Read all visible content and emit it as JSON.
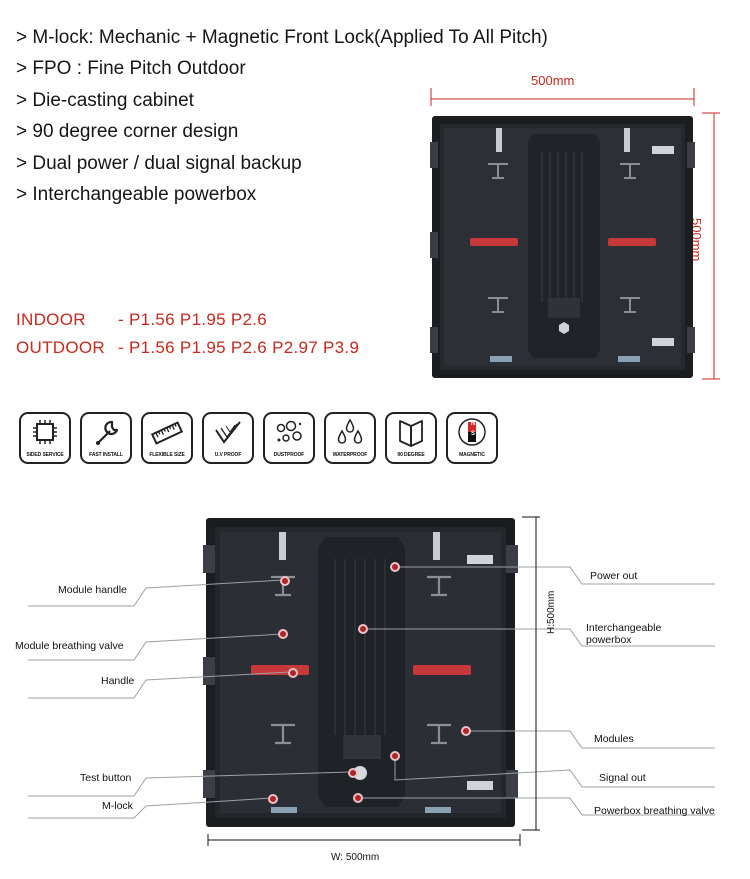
{
  "features": [
    "> M-lock: Mechanic + Magnetic Front Lock(Applied To All Pitch)",
    "> FPO : Fine Pitch Outdoor",
    "> Die-casting cabinet",
    "> 90 degree corner design",
    "> Dual power / dual signal  backup",
    "> Interchangeable powerbox"
  ],
  "pitch": {
    "indoor_label": "INDOOR",
    "indoor_values": "- P1.56   P1.95   P2.6",
    "outdoor_label": "OUTDOOR",
    "outdoor_values": "- P1.56   P1.95   P2.6   P2.97   P3.9"
  },
  "top_dims": {
    "width": "500mm",
    "height": "500mm"
  },
  "icons": [
    {
      "name": "sided-service-icon",
      "label": "SIDED SERVICE"
    },
    {
      "name": "fast-install-icon",
      "label": "FAST INSTALL"
    },
    {
      "name": "flexible-size-icon",
      "label": "FLEXIBLE SIZE"
    },
    {
      "name": "uv-proof-icon",
      "label": "U.V PROOF"
    },
    {
      "name": "dustproof-icon",
      "label": "DUSTPROOF"
    },
    {
      "name": "waterproof-icon",
      "label": "WATERPROOF"
    },
    {
      "name": "90-degree-icon",
      "label": "90 DEGREE"
    },
    {
      "name": "magnetic-icon",
      "label": "MAGNETIC"
    }
  ],
  "magnet_letters": {
    "north": "N",
    "south": "S"
  },
  "callouts_left": [
    "Module handle",
    "Module breathing valve",
    "Handle",
    "Test button",
    "M-lock"
  ],
  "callouts_right": [
    "Power out",
    "Interchangeable powerbox",
    "Modules",
    "Signal out",
    "Powerbox breathing valve"
  ],
  "bottom_dims": {
    "height": "H:500mm",
    "width": "W: 500mm"
  },
  "colors": {
    "accent_red": "#c8281e",
    "cabinet_dark": "#1c1e22",
    "marker_red": "#b0232a"
  }
}
